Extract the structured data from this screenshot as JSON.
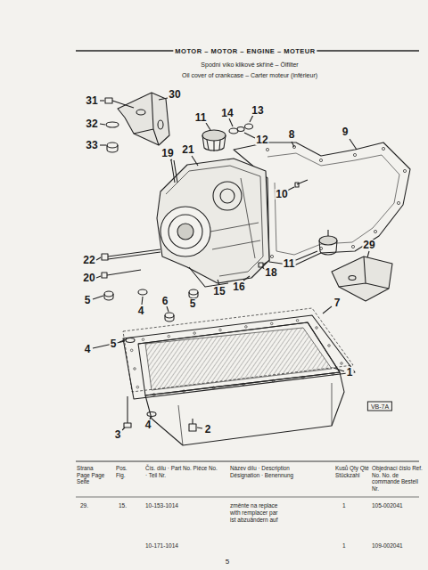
{
  "diagram": {
    "title": "MOTOR – MOTOR – ENGINE – MOTEUR",
    "labels": [
      "Spodní víko klikové skříně – Ölfilter",
      "Oil cover of crankcase – Carter moteur (inférieur)",
      "31",
      "30",
      "32",
      "33",
      "11",
      "14",
      "13",
      "12",
      "8",
      "9",
      "21",
      "19",
      "10",
      "22",
      "20",
      "5",
      "4",
      "6",
      "5",
      "18",
      "11",
      "29",
      "15",
      "16",
      "7",
      "5",
      "4",
      "1",
      "3",
      "4",
      "2",
      "VB-7A",
      "Strana Page Page Seite",
      "Pos. Fig.",
      "Čís. dílu · Part No. Pièce No. · Teil Nr.",
      "Název dílu · Description Désignation · Benennung",
      "Kusů Qty Qté Stückzahl",
      "Objednací číslo Ref. No. No. de commande Bestell Nr.",
      "29.",
      "15.",
      "10-153-1014",
      "změnte na replace with remplacer par ist abzuändern auf",
      "1",
      "105-002041",
      "10-171-1014",
      "1",
      "109-002041",
      "5"
    ]
  }
}
